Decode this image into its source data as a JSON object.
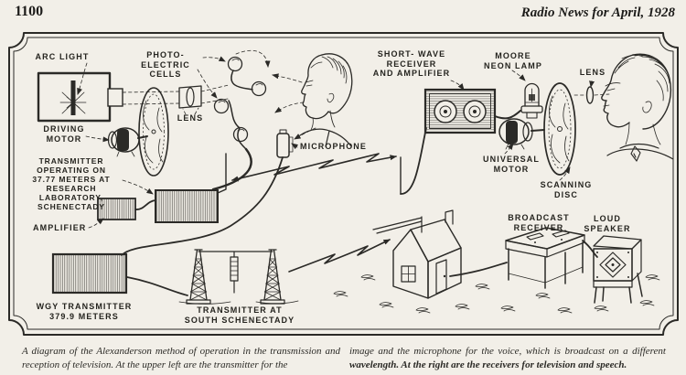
{
  "page": {
    "number": "1100",
    "journal_header": "Radio News for April, 1928"
  },
  "colors": {
    "paper": "#f2efe8",
    "ink": "#2b2a27"
  },
  "diagram": {
    "labels": {
      "arc_light": "ARC LIGHT",
      "photo_electric_cells": "PHOTO-ELECTRIC\nCELLS",
      "lens_left": "LENS",
      "driving_motor": "DRIVING\nMOTOR",
      "microphone": "MICROPHONE",
      "transmitter_lab": "TRANSMITTER\nOPERATING ON\n37.77 METERS AT\nRESEARCH\nLABORATORY,\nSCHENECTADY",
      "amplifier": "AMPLIFIER",
      "wgy_transmitter": "WGY TRANSMITTER\n379.9 METERS",
      "south_transmitter": "TRANSMITTER AT\nSOUTH SCHENECTADY",
      "short_wave_receiver": "SHORT- WAVE\nRECEIVER\nAND AMPLIFIER",
      "moore_neon_lamp": "MOORE\nNEON LAMP",
      "universal_motor": "UNIVERSAL\nMOTOR",
      "scanning_disc": "SCANNING\nDISC",
      "lens_right": "LENS",
      "broadcast_receiver": "BROADCAST\nRECEIVER",
      "loud_speaker": "LOUD\nSPEAKER"
    }
  },
  "caption": {
    "left_column": "A diagram of the Alexanderson method of operation in the transmission and reception of television.  At the upper left are the transmitter for the",
    "right_column_start": "image and the microphone for the voice, which is broadcast on a different ",
    "right_column_bold": "wavelength.  At the right are the receivers for television and speech."
  }
}
